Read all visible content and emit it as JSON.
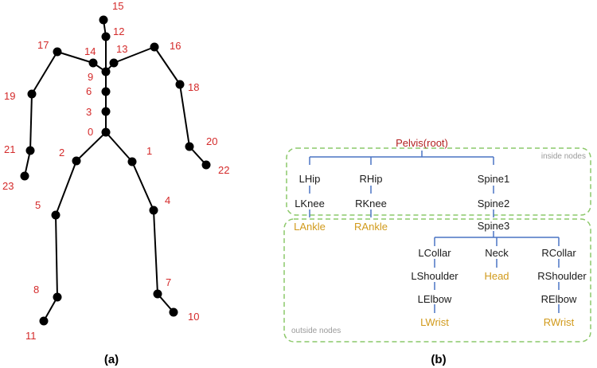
{
  "skeleton": {
    "joints": [
      {
        "id": "0",
        "label": "0"
      },
      {
        "id": "1",
        "label": "1"
      },
      {
        "id": "2",
        "label": "2"
      },
      {
        "id": "3",
        "label": "3"
      },
      {
        "id": "4",
        "label": "4"
      },
      {
        "id": "5",
        "label": "5"
      },
      {
        "id": "6",
        "label": "6"
      },
      {
        "id": "7",
        "label": "7"
      },
      {
        "id": "8",
        "label": "8"
      },
      {
        "id": "9",
        "label": "9"
      },
      {
        "id": "10",
        "label": "10"
      },
      {
        "id": "11",
        "label": "11"
      },
      {
        "id": "12",
        "label": "12"
      },
      {
        "id": "13",
        "label": "13"
      },
      {
        "id": "14",
        "label": "14"
      },
      {
        "id": "15",
        "label": "15"
      },
      {
        "id": "16",
        "label": "16"
      },
      {
        "id": "17",
        "label": "17"
      },
      {
        "id": "18",
        "label": "18"
      },
      {
        "id": "19",
        "label": "19"
      },
      {
        "id": "20",
        "label": "20"
      },
      {
        "id": "21",
        "label": "21"
      },
      {
        "id": "22",
        "label": "22"
      },
      {
        "id": "23",
        "label": "23"
      }
    ],
    "bones": [
      [
        "0",
        "3"
      ],
      [
        "3",
        "6"
      ],
      [
        "6",
        "9"
      ],
      [
        "9",
        "12"
      ],
      [
        "12",
        "15"
      ],
      [
        "9",
        "13"
      ],
      [
        "13",
        "16"
      ],
      [
        "16",
        "18"
      ],
      [
        "18",
        "20"
      ],
      [
        "20",
        "22"
      ],
      [
        "9",
        "14"
      ],
      [
        "14",
        "17"
      ],
      [
        "17",
        "19"
      ],
      [
        "19",
        "21"
      ],
      [
        "21",
        "23"
      ],
      [
        "0",
        "1"
      ],
      [
        "1",
        "4"
      ],
      [
        "4",
        "7"
      ],
      [
        "7",
        "10"
      ],
      [
        "0",
        "2"
      ],
      [
        "2",
        "5"
      ],
      [
        "5",
        "8"
      ],
      [
        "8",
        "11"
      ]
    ]
  },
  "hierarchy": {
    "root": "Pelvis(root)",
    "regions": {
      "inside": "inside nodes",
      "outside": "outside nodes"
    },
    "nodes": {
      "lhip": "LHip",
      "rhip": "RHip",
      "spine1": "Spine1",
      "lknee": "LKnee",
      "rknee": "RKnee",
      "spine2": "Spine2",
      "lankle": "LAnkle",
      "rankle": "RAnkle",
      "spine3": "Spine3",
      "lcollar": "LCollar",
      "neck": "Neck",
      "rcollar": "RCollar",
      "lshoulder": "LShoulder",
      "head": "Head",
      "rshoulder": "RShoulder",
      "lelbow": "LElbow",
      "relbow": "RElbow",
      "lwrist": "LWrist",
      "rwrist": "RWrist"
    },
    "colors": {
      "root": "#b32020",
      "inner": "#1a1a1a",
      "leaf": "#d19a1b",
      "edge": "#4a74c4",
      "region_border": "#8cc86a"
    }
  },
  "captions": {
    "a": "(a)",
    "b": "(b)"
  }
}
